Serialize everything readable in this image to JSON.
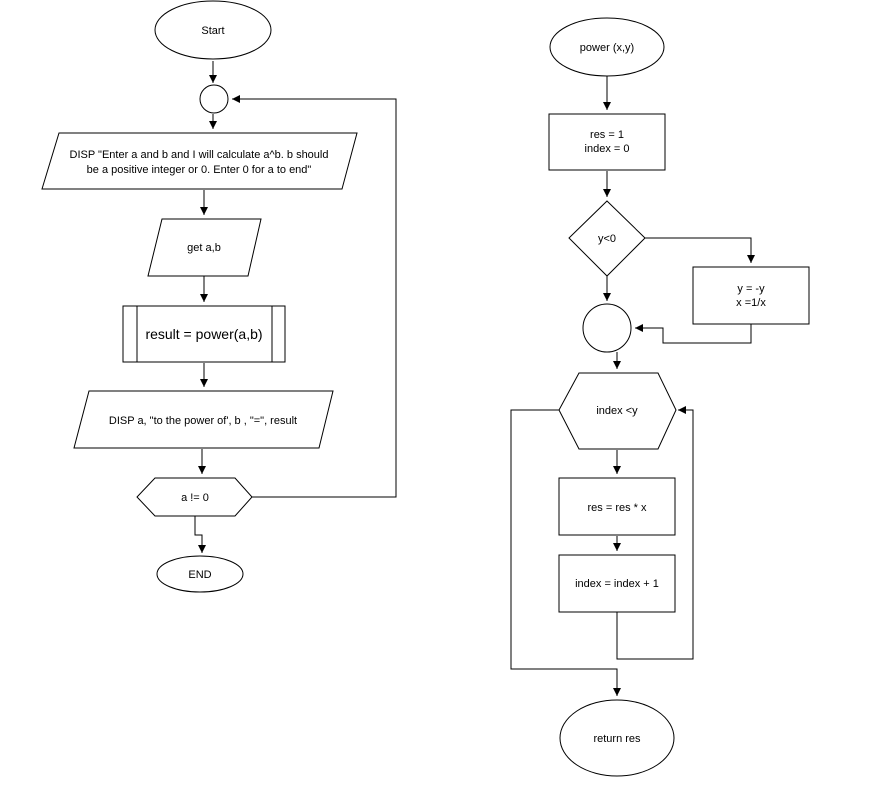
{
  "left_flowchart": {
    "start": "Start",
    "disp_prompt_line1": "DISP \"Enter a and b and I will calculate a^b. b should",
    "disp_prompt_line2": "be a positive integer or 0. Enter 0 for a to end\"",
    "input": "get a,b",
    "process": "result = power(a,b)",
    "disp_result": "DISP a, \"to the power of', b , \"=\", result",
    "loop_condition": "a != 0",
    "end": "END"
  },
  "right_flowchart": {
    "function": "power (x,y)",
    "init_line1": "res = 1",
    "init_line2": "index = 0",
    "decision": "y<0",
    "negate_line1": "y = -y",
    "negate_line2": "x =1/x",
    "loop_condition": "index <y",
    "multiply": "res = res * x",
    "increment": "index = index + 1",
    "return": "return res"
  }
}
